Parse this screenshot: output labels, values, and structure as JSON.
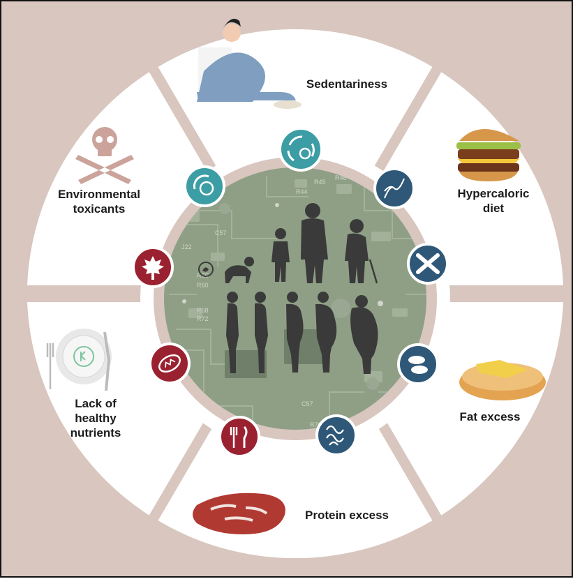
{
  "factors": {
    "sedentariness": "Sedentariness",
    "hypercaloric_diet": "Hypercaloric\ndiet",
    "fat_excess": "Fat excess",
    "protein_excess": "Protein excess",
    "lack_of_nutrients": "Lack of\nhealthy\nnutrients",
    "environmental_toxicants": "Environmental\ntoxicants"
  },
  "board_labels": [
    "R44",
    "R45",
    "R46",
    "C57",
    "J22",
    "R66",
    "R60",
    "R68",
    "R72",
    "C57",
    "R70"
  ],
  "colors": {
    "background": "#d8c6bf",
    "outer_segment": "#ffffff",
    "inner_ring": "#ffffff",
    "circuit_board": "#8e9f86",
    "silhouette": "#3a3a3a",
    "teal_icon": "#3c9da4",
    "navy_icon": "#2f5878",
    "crimson_icon": "#9a2230"
  },
  "hallmark_icons": [
    {
      "name": "cell-cycle-icon",
      "color": "teal"
    },
    {
      "name": "dna-helix-icon",
      "color": "navy"
    },
    {
      "name": "chromosome-icon",
      "color": "navy"
    },
    {
      "name": "protein-disc-icon",
      "color": "navy"
    },
    {
      "name": "protein-structure-icon",
      "color": "navy"
    },
    {
      "name": "fork-knife-icon",
      "color": "crimson"
    },
    {
      "name": "mitochondrion-icon",
      "color": "crimson"
    },
    {
      "name": "maple-leaf-icon",
      "color": "crimson"
    },
    {
      "name": "stem-cell-icon",
      "color": "teal"
    }
  ]
}
